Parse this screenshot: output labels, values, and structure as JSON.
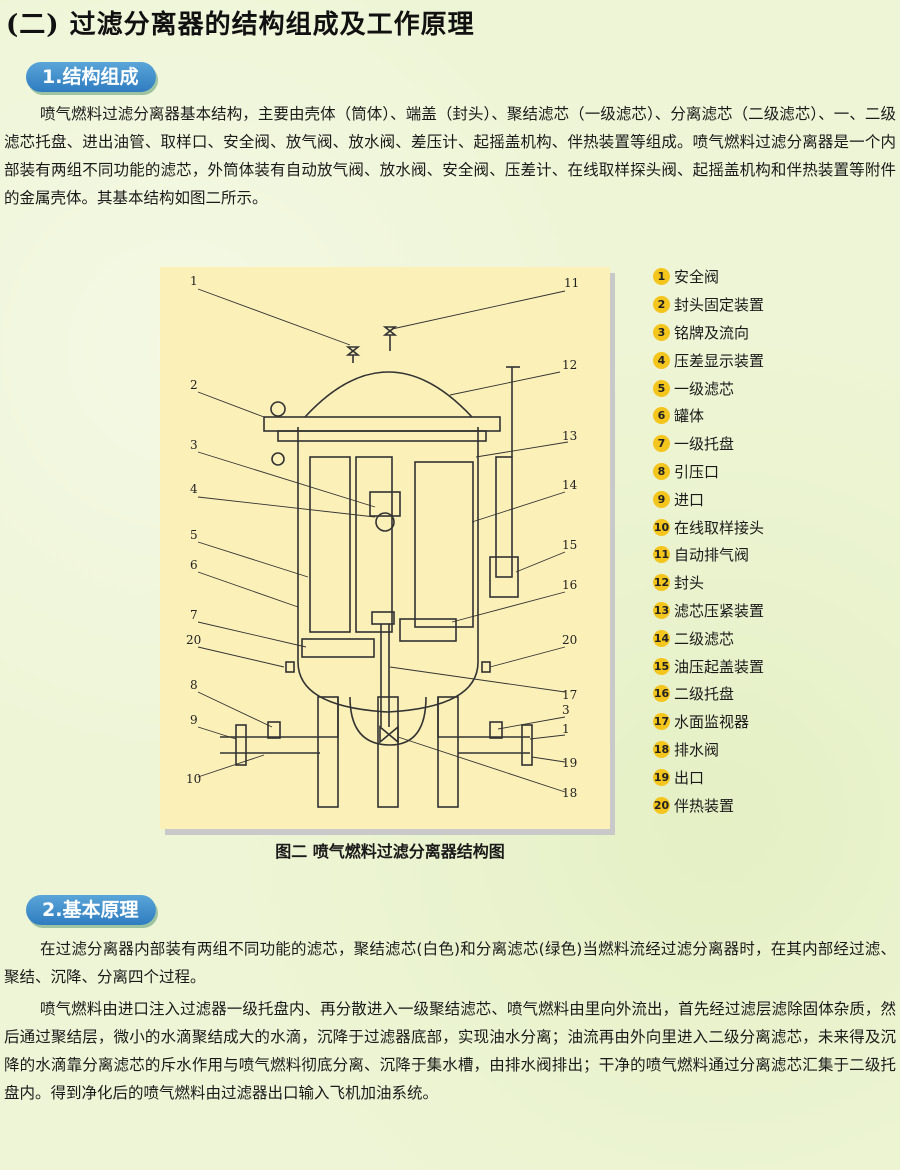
{
  "page_title": "(二) 过滤分离器的结构组成及工作原理",
  "section1": {
    "heading": "1.结构组成",
    "paragraph": "喷气燃料过滤分离器基本结构，主要由壳体（筒体）、端盖（封头）、聚结滤芯（一级滤芯）、分离滤芯（二级滤芯）、一、二级滤芯托盘、进出油管、取样口、安全阀、放气阀、放水阀、差压计、起摇盖机构、伴热装置等组成。喷气燃料过滤分离器是一个内部装有两组不同功能的滤芯，外筒体装有自动放气阀、放水阀、安全阀、压差计、在线取样探头阀、起摇盖机构和伴热装置等附件的金属壳体。其基本结构如图二所示。"
  },
  "figure": {
    "caption": "图二 喷气燃料过滤分离器结构图",
    "callouts": [
      "1",
      "11",
      "12",
      "2",
      "13",
      "3",
      "14",
      "4",
      "5",
      "15",
      "6",
      "16",
      "7",
      "20",
      "20",
      "8",
      "17",
      "3",
      "9",
      "1",
      "19",
      "10",
      "18"
    ]
  },
  "legend": [
    {
      "num": "1",
      "label": "安全阀"
    },
    {
      "num": "2",
      "label": "封头固定装置"
    },
    {
      "num": "3",
      "label": "铭牌及流向"
    },
    {
      "num": "4",
      "label": "压差显示装置"
    },
    {
      "num": "5",
      "label": "一级滤芯"
    },
    {
      "num": "6",
      "label": "罐体"
    },
    {
      "num": "7",
      "label": "一级托盘"
    },
    {
      "num": "8",
      "label": "引压口"
    },
    {
      "num": "9",
      "label": "进口"
    },
    {
      "num": "10",
      "label": "在线取样接头"
    },
    {
      "num": "11",
      "label": "自动排气阀"
    },
    {
      "num": "12",
      "label": "封头"
    },
    {
      "num": "13",
      "label": "滤芯压紧装置"
    },
    {
      "num": "14",
      "label": "二级滤芯"
    },
    {
      "num": "15",
      "label": "油压起盖装置"
    },
    {
      "num": "16",
      "label": "二级托盘"
    },
    {
      "num": "17",
      "label": "水面监视器"
    },
    {
      "num": "18",
      "label": "排水阀"
    },
    {
      "num": "19",
      "label": "出口"
    },
    {
      "num": "20",
      "label": "伴热装置"
    }
  ],
  "section2": {
    "heading": "2.基本原理",
    "paragraph1": "在过滤分离器内部装有两组不同功能的滤芯，聚结滤芯(白色)和分离滤芯(绿色)当燃料流经过滤分离器时，在其内部经过滤、聚结、沉降、分离四个过程。",
    "paragraph2": "喷气燃料由进口注入过滤器一级托盘内、再分散进入一级聚结滤芯、喷气燃料由里向外流出，首先经过滤层滤除固体杂质，然后通过聚结层，微小的水滴聚结成大的水滴，沉降于过滤器底部，实现油水分离；油流再由外向里进入二级分离滤芯，未来得及沉降的水滴靠分离滤芯的斥水作用与喷气燃料彻底分离、沉降于集水槽，由排水阀排出；干净的喷气燃料通过分离滤芯汇集于二级托盘内。得到净化后的喷气燃料由过滤器出口输入飞机加油系统。"
  }
}
